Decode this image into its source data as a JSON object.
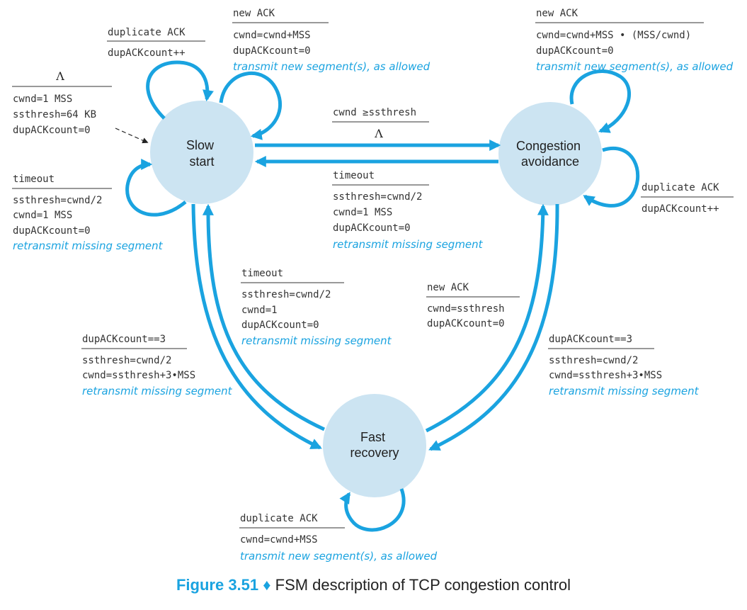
{
  "colors": {
    "accent": "#1aa3e0",
    "state_fill": "#cce4f2",
    "text": "#333333"
  },
  "states": {
    "slow_start": [
      "Slow",
      "start"
    ],
    "congestion_avoidance": [
      "Congestion",
      "avoidance"
    ],
    "fast_recovery": [
      "Fast",
      "recovery"
    ]
  },
  "initial": {
    "event": "Λ",
    "actions": [
      "cwnd=1 MSS",
      "ssthresh=64 KB",
      "dupACKcount=0"
    ]
  },
  "ss_dupack": {
    "event": "duplicate ACK",
    "actions": [
      "dupACKcount++"
    ]
  },
  "ss_newack": {
    "event": "new ACK",
    "actions": [
      "cwnd=cwnd+MSS",
      "dupACKcount=0"
    ],
    "action_italic": "transmit new segment(s), as allowed"
  },
  "ss_timeout": {
    "event": "timeout",
    "actions": [
      "ssthresh=cwnd/2",
      "cwnd=1 MSS",
      "dupACKcount=0"
    ],
    "action_italic": "retransmit missing segment"
  },
  "ss_to_ca": {
    "event": "cwnd ≥ssthresh",
    "action": "Λ"
  },
  "ca_to_ss": {
    "event": "timeout",
    "actions": [
      "ssthresh=cwnd/2",
      "cwnd=1 MSS",
      "dupACKcount=0"
    ],
    "action_italic": "retransmit missing segment"
  },
  "ca_newack": {
    "event": "new ACK",
    "actions": [
      "cwnd=cwnd+MSS • (MSS/cwnd)",
      "dupACKcount=0"
    ],
    "action_italic": "transmit new segment(s), as allowed"
  },
  "ca_dupack": {
    "event": "duplicate ACK",
    "actions": [
      "dupACKcount++"
    ]
  },
  "fr_to_ss": {
    "event": "timeout",
    "actions": [
      "ssthresh=cwnd/2",
      "cwnd=1",
      "dupACKcount=0"
    ],
    "action_italic": "retransmit missing segment"
  },
  "ss_to_fr": {
    "event": "dupACKcount==3",
    "actions": [
      "ssthresh=cwnd/2",
      "cwnd=ssthresh+3•MSS"
    ],
    "action_italic": "retransmit missing segment"
  },
  "fr_to_ca": {
    "event": "new ACK",
    "actions": [
      "cwnd=ssthresh",
      "dupACKcount=0"
    ]
  },
  "ca_to_fr": {
    "event": "dupACKcount==3",
    "actions": [
      "ssthresh=cwnd/2",
      "cwnd=ssthresh+3•MSS"
    ],
    "action_italic": "retransmit missing segment"
  },
  "fr_dupack": {
    "event": "duplicate ACK",
    "actions": [
      "cwnd=cwnd+MSS"
    ],
    "action_italic": "transmit new segment(s), as allowed"
  },
  "caption": {
    "figure": "Figure 3.51",
    "separator": "♦",
    "text": "FSM description of TCP congestion control"
  }
}
